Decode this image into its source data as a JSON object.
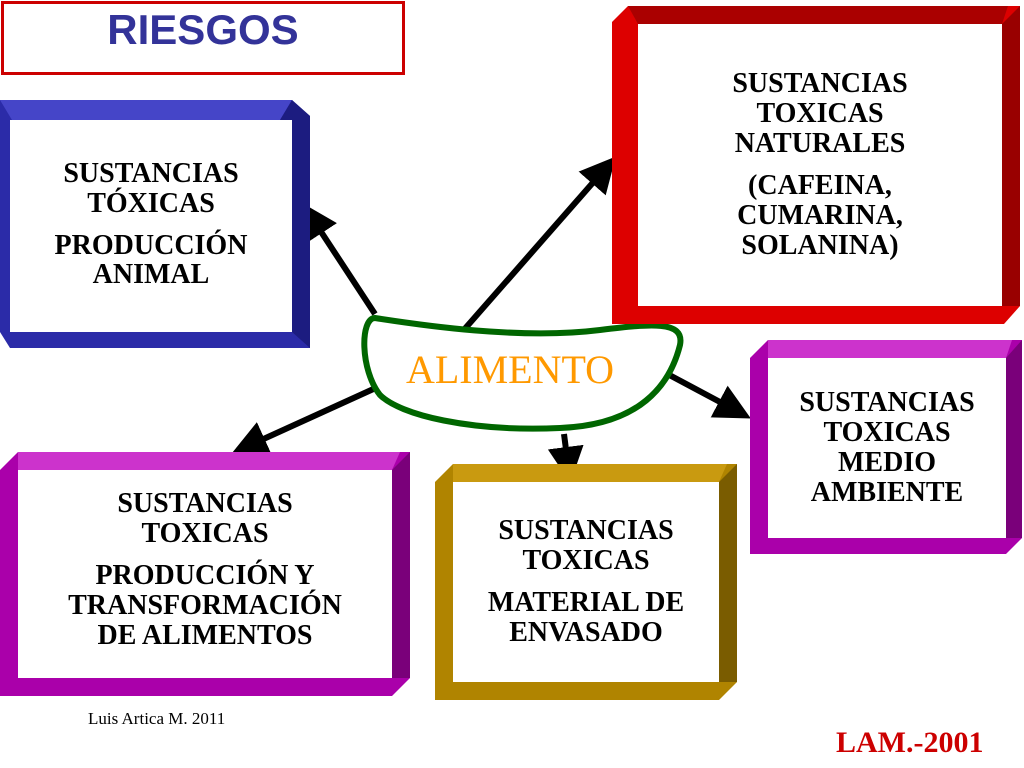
{
  "title": "RIESGOS",
  "center": "ALIMENTO",
  "boxes": {
    "animal": {
      "lines": [
        "SUSTANCIAS",
        "TÓXICAS",
        "PRODUCCIÓN",
        "ANIMAL"
      ],
      "color": "#2b2ba8"
    },
    "naturales": {
      "lines": [
        "SUSTANCIAS",
        "TOXICAS",
        "NATURALES",
        "(CAFEINA,",
        "CUMARINA,",
        "SOLANINA)"
      ],
      "color": "#dd0000"
    },
    "ambiente": {
      "lines": [
        "SUSTANCIAS",
        "TOXICAS",
        "MEDIO",
        "AMBIENTE"
      ],
      "color": "#aa00aa"
    },
    "transformacion": {
      "lines": [
        "SUSTANCIAS",
        "TOXICAS",
        "PRODUCCIÓN Y",
        "TRANSFORMACIÓN",
        "DE ALIMENTOS"
      ],
      "color": "#aa00aa"
    },
    "envasado": {
      "lines": [
        "SUSTANCIAS",
        "TOXICAS",
        "MATERIAL DE",
        "ENVASADO"
      ],
      "color": "#b08400"
    }
  },
  "footer": {
    "author": "Luis Artica M. 2011",
    "code": "LAM.-2001"
  },
  "colors": {
    "title_border": "#cc0000",
    "title_text": "#333399",
    "center_text": "#ff9900",
    "center_outline": "#006600"
  }
}
